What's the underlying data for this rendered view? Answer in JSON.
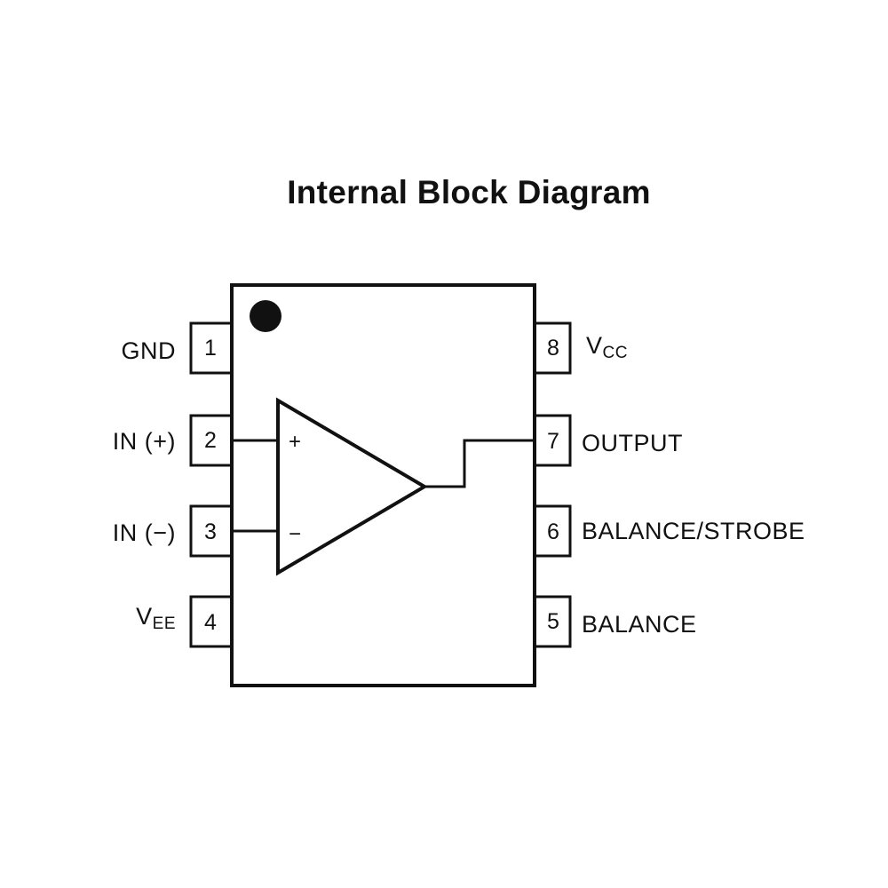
{
  "title": "Internal Block Diagram",
  "pins": {
    "p1": {
      "number": "1",
      "label": "GND"
    },
    "p2": {
      "number": "2",
      "label": "IN (+)"
    },
    "p3": {
      "number": "3",
      "label": "IN (−)"
    },
    "p4": {
      "number": "4",
      "label": "V",
      "label_sub": "EE"
    },
    "p5": {
      "number": "5",
      "label": "BALANCE"
    },
    "p6": {
      "number": "6",
      "label": "BALANCE/STROBE"
    },
    "p7": {
      "number": "7",
      "label": "OUTPUT"
    },
    "p8": {
      "number": "8",
      "label": "V",
      "label_sub": "CC"
    }
  },
  "opamp": {
    "plus_sign": "+",
    "minus_sign": "−"
  },
  "colors": {
    "ink": "#111111",
    "background": "#ffffff"
  }
}
